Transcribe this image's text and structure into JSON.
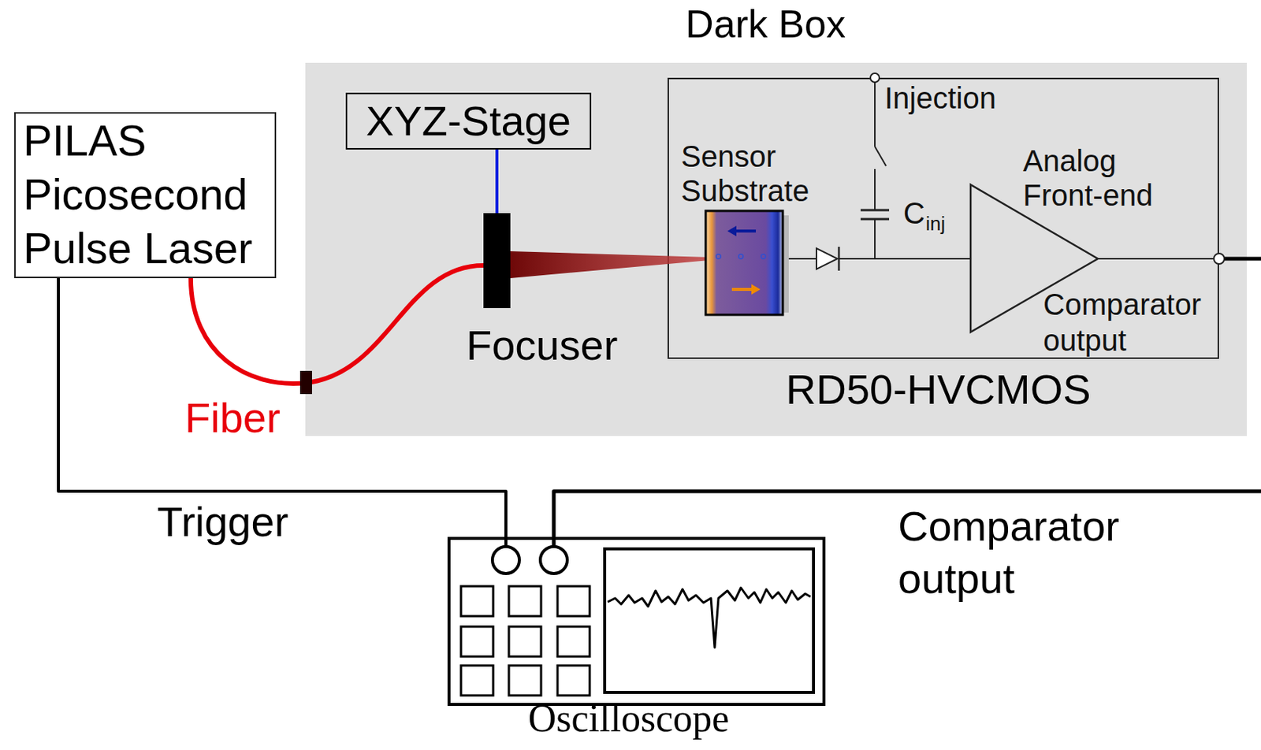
{
  "diagram": {
    "nodes": [
      {
        "text": [
          "PILAS Picosecond Pulse Laser"
        ]
      },
      {
        "text": [
          "Dark Box"
        ]
      },
      {
        "text": [
          "XYZ-Stage"
        ],
        "in": 1
      },
      {
        "text": [
          "Focuser"
        ],
        "in": 1
      },
      {
        "text": [
          "RD50-HVCMOS"
        ],
        "in": 1
      },
      {
        "text": [
          "Oscilloscope"
        ]
      }
    ],
    "edges": [
      {
        "from": 0,
        "to": 3,
        "arrow": "none",
        "label": "Fiber"
      },
      {
        "from": 0,
        "to": 5,
        "arrow": "none",
        "label": "Trigger"
      },
      {
        "from": 2,
        "to": 3,
        "arrow": "none"
      },
      {
        "from": 4,
        "to": 5,
        "arrow": "none",
        "label": "Comparator output"
      }
    ],
    "labels": [
      "Injection",
      "Sensor Substrate",
      "C",
      "inj",
      "Analog Front-end",
      "Comparator output"
    ]
  }
}
